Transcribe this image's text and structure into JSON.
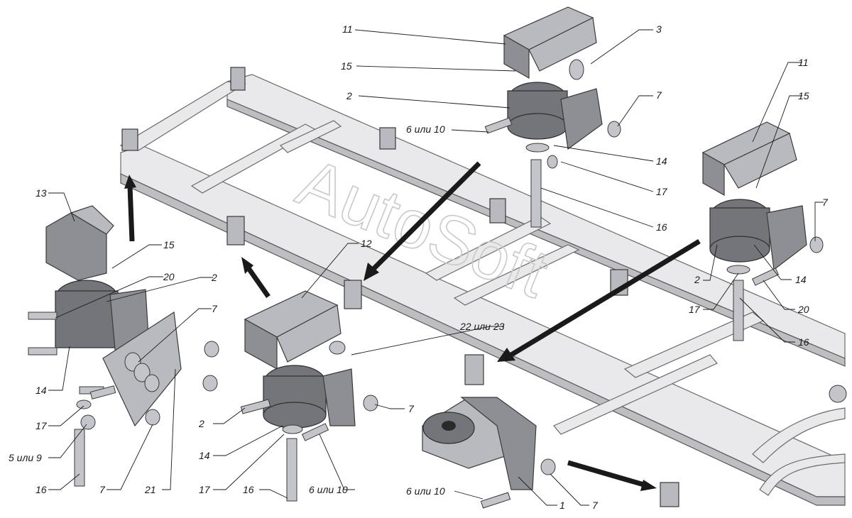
{
  "watermark": "AutoSoft",
  "callouts": [
    {
      "id": "c-11-top",
      "text": "11"
    },
    {
      "id": "c-15-top",
      "text": "15"
    },
    {
      "id": "c-2-top",
      "text": "2"
    },
    {
      "id": "c-3-top",
      "text": "3"
    },
    {
      "id": "c-7-top",
      "text": "7"
    },
    {
      "id": "c-6or10-top",
      "text": "6 или 10"
    },
    {
      "id": "c-14-top",
      "text": "14"
    },
    {
      "id": "c-17-top",
      "text": "17"
    },
    {
      "id": "c-16-top",
      "text": "16"
    },
    {
      "id": "c-11-right",
      "text": "11"
    },
    {
      "id": "c-15-right",
      "text": "15"
    },
    {
      "id": "c-7-right",
      "text": "7"
    },
    {
      "id": "c-2-right",
      "text": "2"
    },
    {
      "id": "c-14-right",
      "text": "14"
    },
    {
      "id": "c-17-right",
      "text": "17"
    },
    {
      "id": "c-20-right",
      "text": "20"
    },
    {
      "id": "c-16-right",
      "text": "16"
    },
    {
      "id": "c-13-left",
      "text": "13"
    },
    {
      "id": "c-15-left",
      "text": "15"
    },
    {
      "id": "c-20-left",
      "text": "20"
    },
    {
      "id": "c-2-left",
      "text": "2"
    },
    {
      "id": "c-7-left",
      "text": "7"
    },
    {
      "id": "c-14-left",
      "text": "14"
    },
    {
      "id": "c-17-left",
      "text": "17"
    },
    {
      "id": "c-5or9-left",
      "text": "5 или 9"
    },
    {
      "id": "c-16-left",
      "text": "16"
    },
    {
      "id": "c-7-left-bottom",
      "text": "7"
    },
    {
      "id": "c-21-left",
      "text": "21"
    },
    {
      "id": "c-12-center",
      "text": "12"
    },
    {
      "id": "c-22or23-center",
      "text": "22 или 23"
    },
    {
      "id": "c-7-center",
      "text": "7"
    },
    {
      "id": "c-2-center",
      "text": "2"
    },
    {
      "id": "c-14-center",
      "text": "14"
    },
    {
      "id": "c-17-center",
      "text": "17"
    },
    {
      "id": "c-16-center",
      "text": "16"
    },
    {
      "id": "c-6or10-center",
      "text": "6 или 10"
    },
    {
      "id": "c-6or10-bottom",
      "text": "6 или 10"
    },
    {
      "id": "c-1-bottom",
      "text": "1"
    },
    {
      "id": "c-7-bottom",
      "text": "7"
    }
  ]
}
